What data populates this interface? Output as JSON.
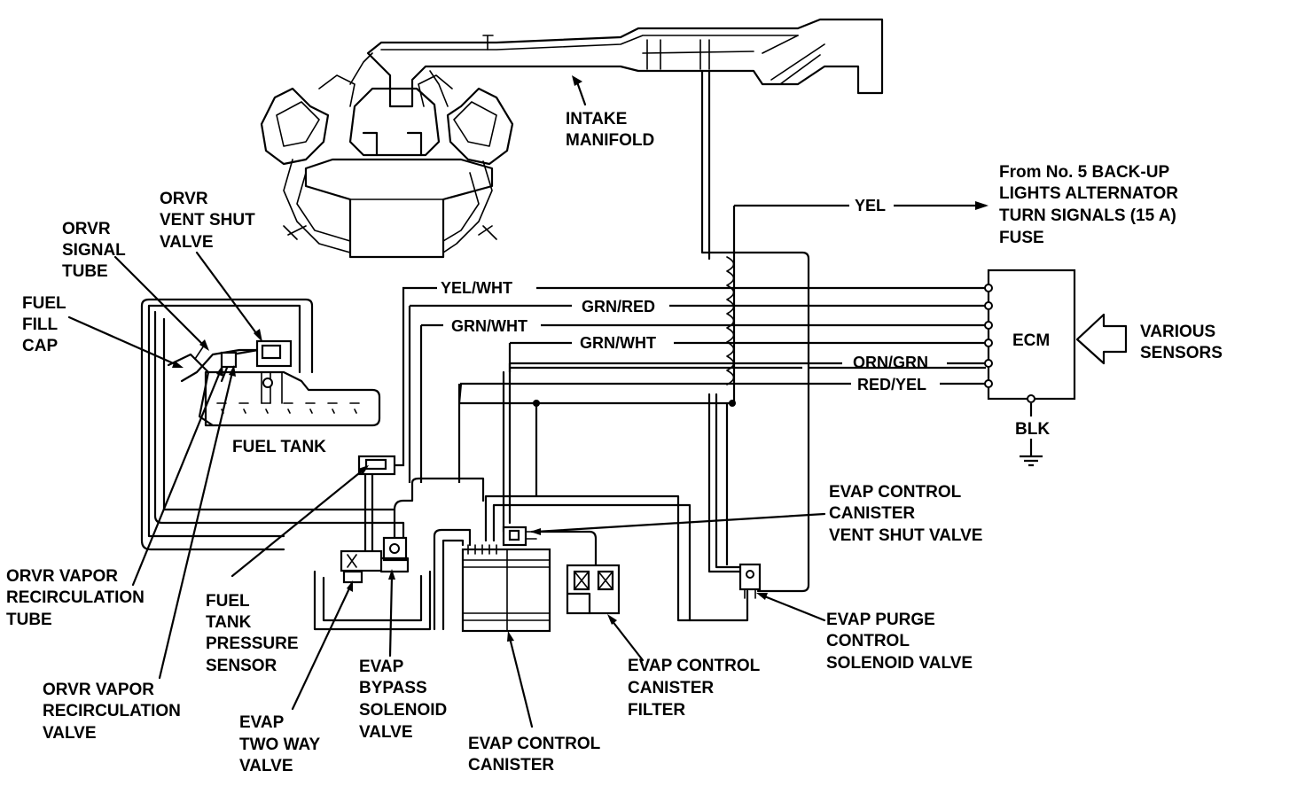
{
  "colors": {
    "ink": "#000000",
    "paper": "#ffffff"
  },
  "labels": {
    "intake_manifold": [
      "INTAKE",
      "MANIFOLD"
    ],
    "from_fuse": [
      "From No. 5 BACK-UP",
      "LIGHTS ALTERNATOR",
      "TURN SIGNALS (15 A)",
      "FUSE"
    ],
    "orvr_vent_shut_valve": [
      "ORVR",
      "VENT SHUT",
      "VALVE"
    ],
    "orvr_signal_tube": [
      "ORVR",
      "SIGNAL",
      "TUBE"
    ],
    "fuel_fill_cap": [
      "FUEL",
      "FILL",
      "CAP"
    ],
    "fuel_tank": "FUEL TANK",
    "ecm": "ECM",
    "various_sensors": [
      "VARIOUS",
      "SENSORS"
    ],
    "blk": "BLK",
    "evap_canister_vent_shut_valve": [
      "EVAP CONTROL",
      "CANISTER",
      "VENT SHUT VALVE"
    ],
    "orvr_vapor_recirc_tube": [
      "ORVR VAPOR",
      "RECIRCULATION",
      "TUBE"
    ],
    "fuel_tank_pressure_sensor": [
      "FUEL",
      "TANK",
      "PRESSURE",
      "SENSOR"
    ],
    "evap_purge_control_solenoid": [
      "EVAP PURGE",
      "CONTROL",
      "SOLENOID VALVE"
    ],
    "orvr_vapor_recirc_valve": [
      "ORVR VAPOR",
      "RECIRCULATION",
      "VALVE"
    ],
    "evap_two_way_valve": [
      "EVAP",
      "TWO WAY",
      "VALVE"
    ],
    "evap_bypass_solenoid": [
      "EVAP",
      "BYPASS",
      "SOLENOID",
      "VALVE"
    ],
    "evap_canister_filter": [
      "EVAP CONTROL",
      "CANISTER",
      "FILTER"
    ],
    "evap_control_canister": [
      "EVAP CONTROL",
      "CANISTER"
    ]
  },
  "wires": {
    "yel": "YEL",
    "yel_wht": "YEL/WHT",
    "grn_red": "GRN/RED",
    "grn_wht_1": "GRN/WHT",
    "grn_wht_2": "GRN/WHT",
    "orn_grn": "ORN/GRN",
    "red_yel": "RED/YEL"
  }
}
